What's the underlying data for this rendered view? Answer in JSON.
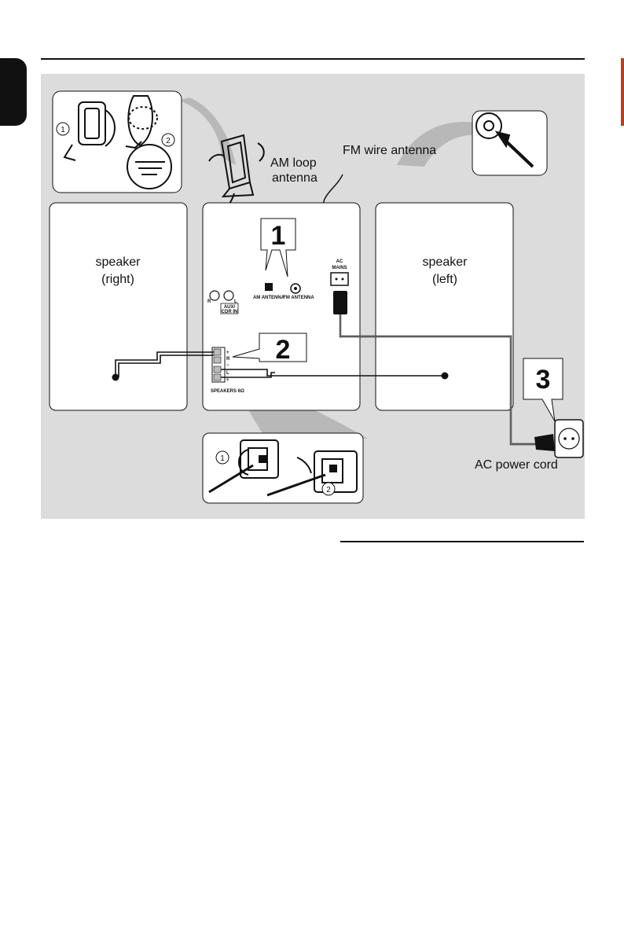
{
  "labels": {
    "am_loop_1": "AM loop",
    "am_loop_2": "antenna",
    "fm_wire": "FM wire antenna",
    "speaker_right_1": "speaker",
    "speaker_right_2": "(right)",
    "speaker_left_1": "speaker",
    "speaker_left_2": "(left)",
    "ac_power_cord": "AC power cord"
  },
  "steps": [
    "1",
    "2",
    "3"
  ],
  "sub_steps": [
    "1",
    "2"
  ],
  "panel_labels": {
    "am_antenna": "AM ANTENNA",
    "fm_antenna": "FM ANTENNA",
    "ac_mains_1": "AC",
    "ac_mains_2": "MAINS",
    "aux_1": "AUX/",
    "aux_2": "CDR IN",
    "r": "R",
    "l": "L",
    "speakers": "SPEAKERS 6Ω",
    "plus": "+",
    "minus": "−"
  },
  "colors": {
    "panel_bg": "#dcdcdc",
    "box_bg": "#ffffff",
    "line": "#111111",
    "accent": "#c0392b"
  }
}
